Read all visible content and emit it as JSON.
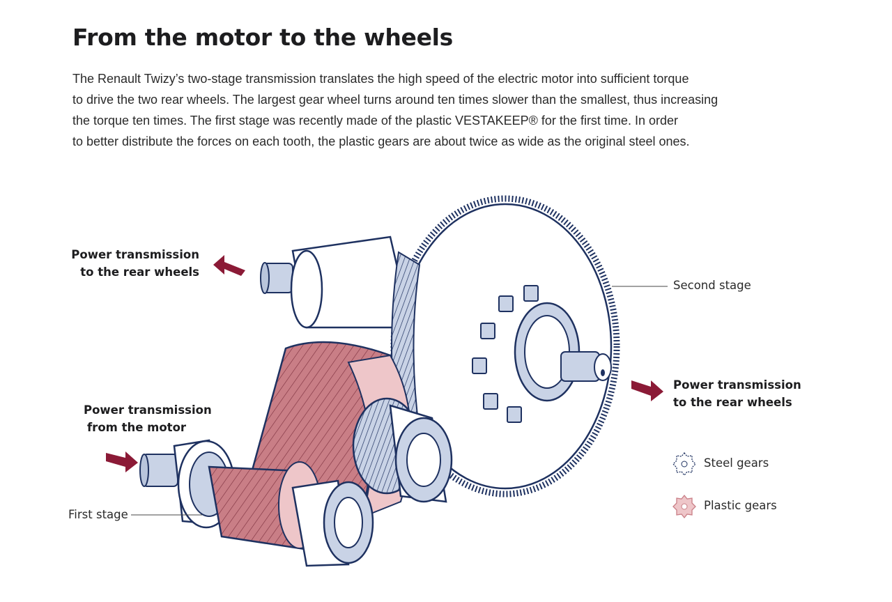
{
  "header": {
    "title": "From the motor to the wheels",
    "intro_lines": [
      "The Renault Twizy’s two-stage transmission translates the high speed of the electric motor into sufficient torque",
      "to drive the two rear wheels. The largest gear wheel turns around ten times slower than the smallest, thus increasing",
      "the torque ten times. The first stage was recently made of the plastic VESTAKEEP® for the first time. In order",
      "to better distribute the forces on each tooth, the plastic gears are about twice as wide as the original steel ones."
    ]
  },
  "labels": {
    "rear_left": [
      "Power transmission",
      "to the rear wheels"
    ],
    "rear_right": [
      "Power transmission",
      "to the rear wheels"
    ],
    "motor": [
      "Power transmission",
      "from the motor"
    ],
    "second_stage": "Second stage",
    "first_stage": "First stage"
  },
  "legend": [
    {
      "label": "Steel gears",
      "icon": "steel-gear-icon"
    },
    {
      "label": "Plastic gears",
      "icon": "plastic-gear-icon"
    }
  ],
  "colors": {
    "steel_fill": "#c9d3e6",
    "steel_outline": "#1e3160",
    "plastic_fill": "#c97e86",
    "plastic_light": "#eec6c9",
    "arrow": "#8b1a36"
  }
}
